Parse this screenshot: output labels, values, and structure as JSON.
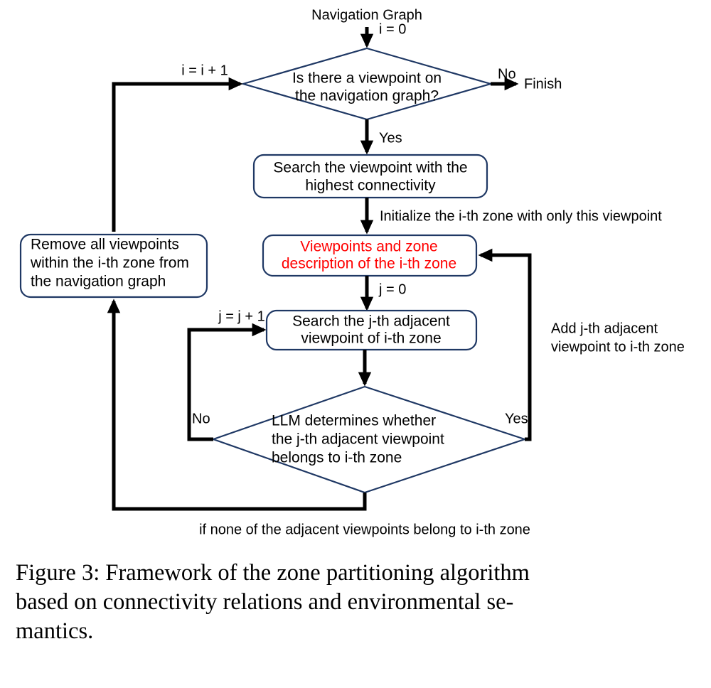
{
  "figure": {
    "caption_lines": [
      "Figure 3: Framework of the zone partitioning algorithm",
      "based on connectivity relations and environmental se-",
      "mantics."
    ]
  },
  "diagram": {
    "title": "Zone partitioning algorithm flowchart",
    "entry_label": "Navigation Graph",
    "terminal_label": "Finish",
    "colors": {
      "node_border": "#1F3864",
      "arrow": "#000000",
      "highlight_text": "#FF0000",
      "text": "#000000",
      "background": "#FFFFFF"
    },
    "nodes": [
      {
        "id": "decision-viewpoint-exists",
        "type": "decision",
        "lines": [
          "Is there a viewpoint on",
          "the navigation graph?"
        ]
      },
      {
        "id": "search-highest-connectivity",
        "type": "process",
        "lines": [
          "Search the viewpoint with the",
          "highest connectivity"
        ]
      },
      {
        "id": "zone-state",
        "type": "process-highlight",
        "lines": [
          "Viewpoints and zone",
          "description of the i-th zone"
        ]
      },
      {
        "id": "remove-viewpoints",
        "type": "process",
        "lines": [
          "Remove all viewpoints",
          "within the i-th zone from",
          "the navigation graph"
        ]
      },
      {
        "id": "search-jth-adjacent",
        "type": "process",
        "lines": [
          "Search the j-th adjacent",
          "viewpoint of i-th zone"
        ]
      },
      {
        "id": "decision-llm-belongs",
        "type": "decision",
        "lines": [
          "LLM determines whether",
          "the j-th adjacent viewpoint",
          "belongs to i-th zone"
        ]
      }
    ],
    "edge_labels": {
      "i_init": "i = 0",
      "i_increment": "i = i + 1",
      "no_top": "No",
      "yes_top": "Yes",
      "initialize_zone": "Initialize the i-th zone with only this viewpoint",
      "j_init": "j = 0",
      "j_increment": "j = j + 1",
      "no_llm": "No",
      "yes_llm": "Yes",
      "add_adjacent_line1": "Add j-th adjacent",
      "add_adjacent_line2": "viewpoint to i-th zone",
      "none_belong": "if none of the adjacent viewpoints belong to i-th zone"
    }
  }
}
